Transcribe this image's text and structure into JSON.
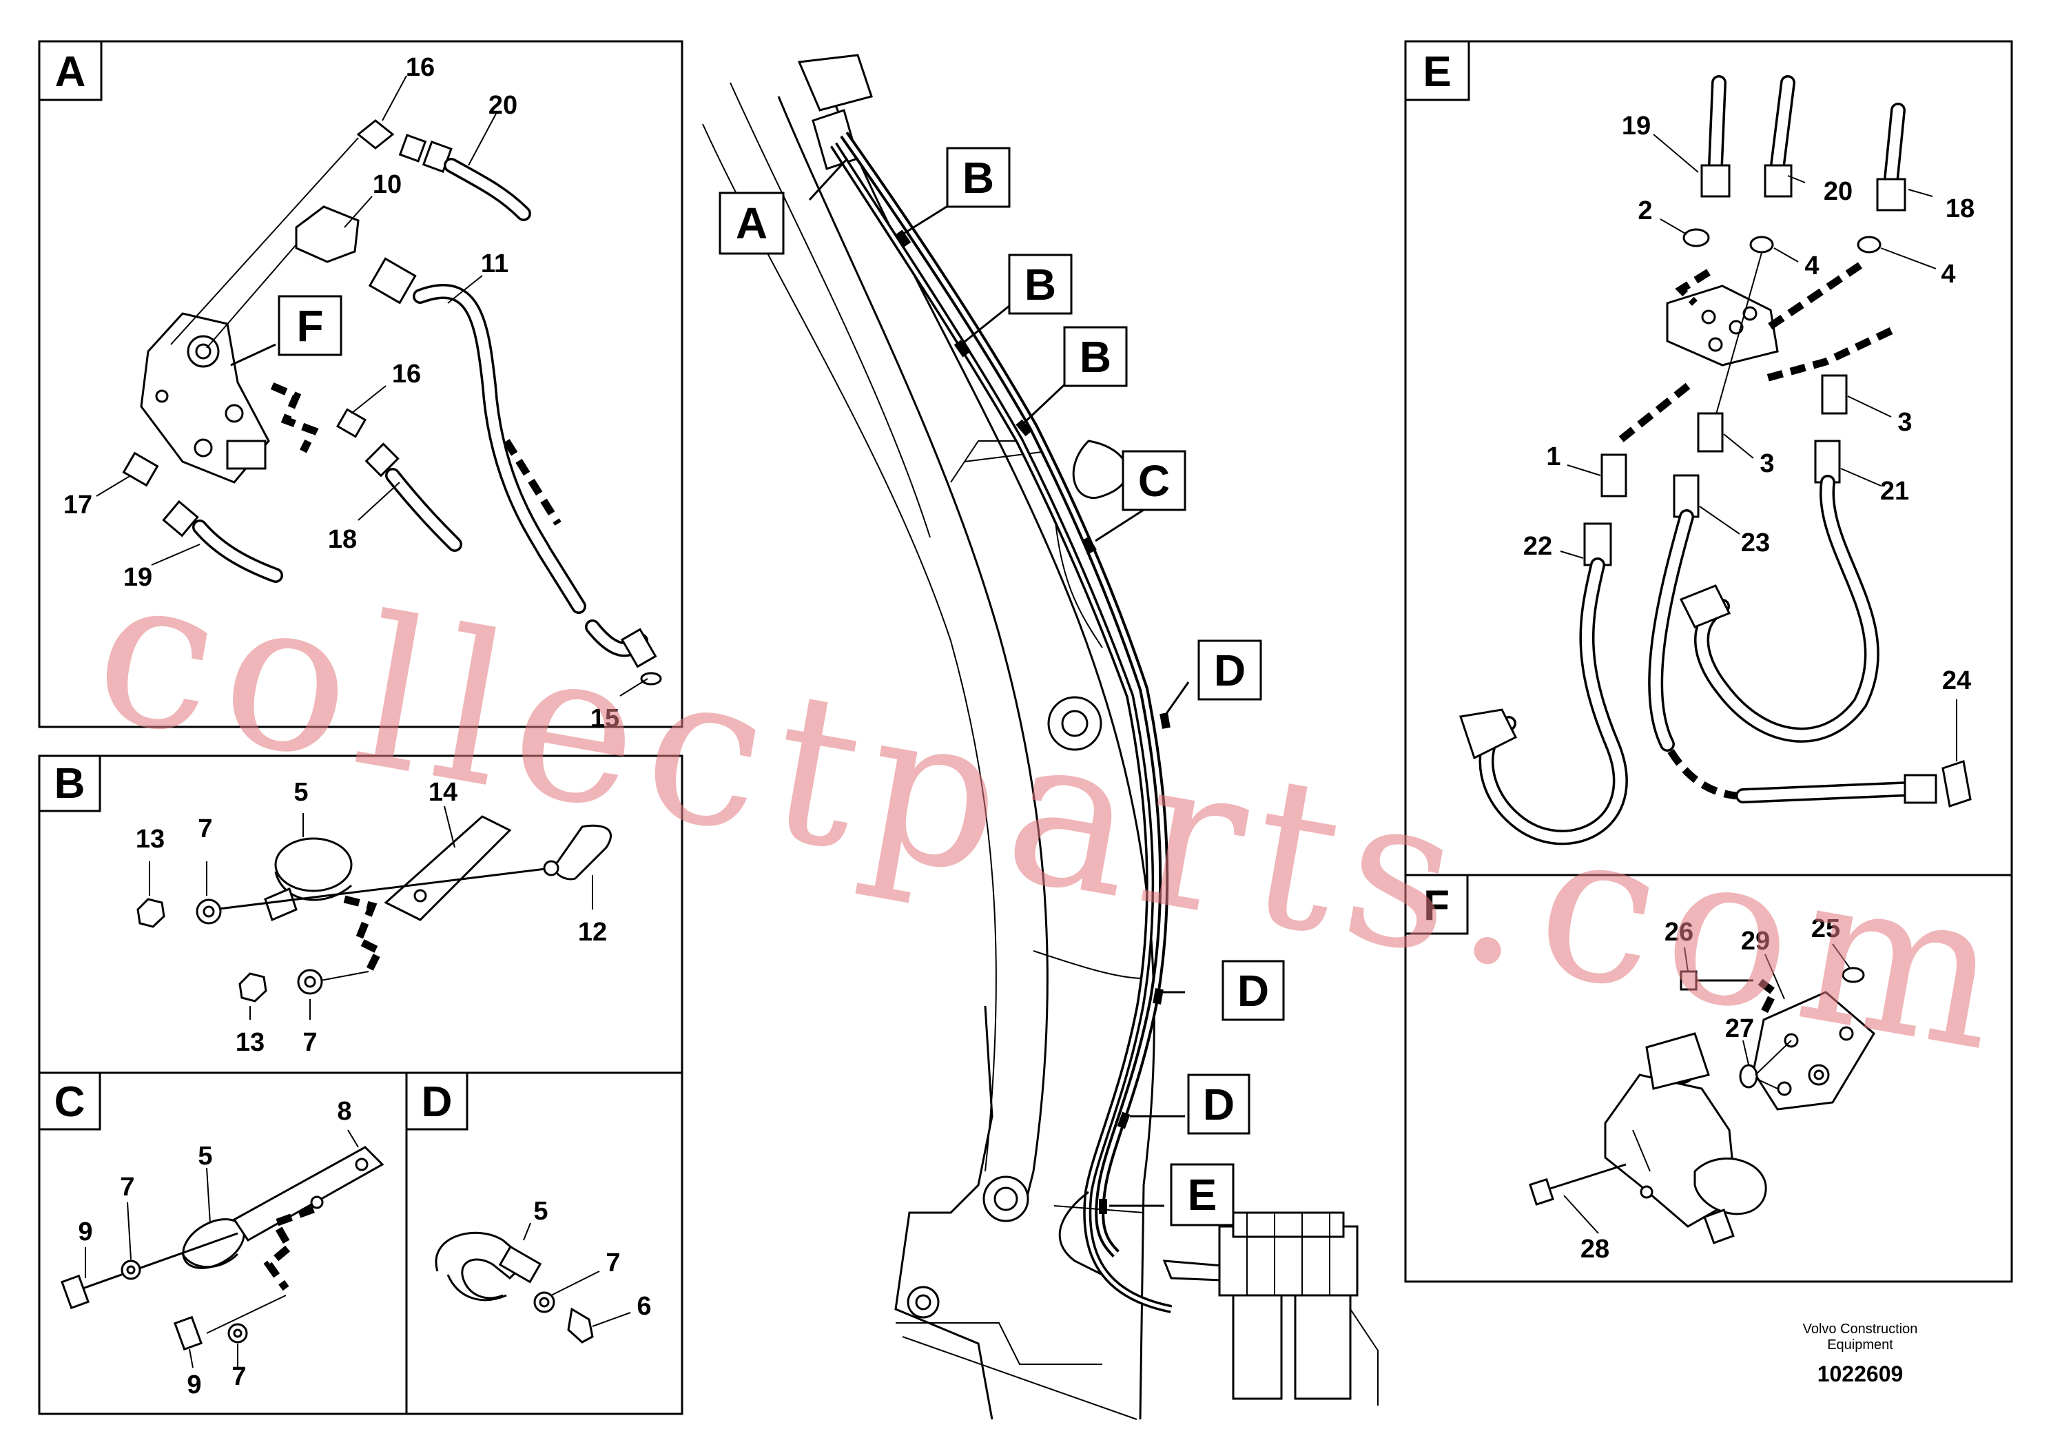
{
  "panels": {
    "A": {
      "label": "A",
      "parts": [
        "16",
        "20",
        "10",
        "11",
        "16",
        "18",
        "17",
        "19",
        "15"
      ]
    },
    "B": {
      "label": "B",
      "parts": [
        "5",
        "14",
        "13",
        "7",
        "12",
        "13",
        "7"
      ]
    },
    "C": {
      "label": "C",
      "parts": [
        "8",
        "5",
        "9",
        "7",
        "9",
        "7"
      ]
    },
    "D": {
      "label": "D",
      "parts": [
        "5",
        "7",
        "6"
      ]
    },
    "E": {
      "label": "E",
      "parts": [
        "19",
        "20",
        "18",
        "2",
        "4",
        "4",
        "1",
        "3",
        "3",
        "21",
        "22",
        "23",
        "24"
      ]
    },
    "F": {
      "label": "F",
      "parts": [
        "26",
        "29",
        "25",
        "27",
        "28"
      ]
    }
  },
  "inset_label_F": "F",
  "boom_labels": [
    "A",
    "B",
    "B",
    "B",
    "C",
    "D",
    "D",
    "D",
    "E"
  ],
  "footer": {
    "manufacturer_line1": "Volvo Construction",
    "manufacturer_line2": "Equipment",
    "drawing_number": "1022609"
  },
  "watermark": "collectparts.com",
  "colors": {
    "line": "#000000",
    "background": "#ffffff",
    "watermark": "#e1787d"
  }
}
